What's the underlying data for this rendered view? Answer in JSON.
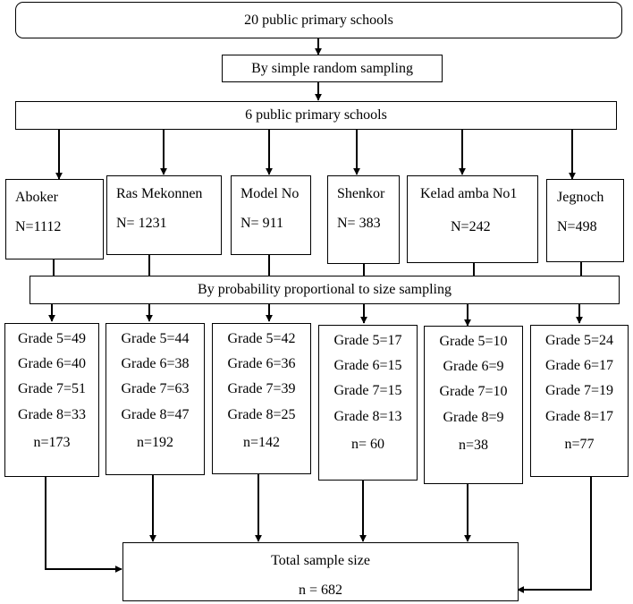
{
  "top": {
    "label": "20 public primary schools"
  },
  "method1": {
    "label": "By simple random sampling"
  },
  "selected": {
    "label": "6 public primary schools"
  },
  "schools": [
    {
      "name": "Aboker",
      "n": "N=1112"
    },
    {
      "name": "Ras Mekonnen",
      "n": "N= 1231"
    },
    {
      "name": "Model No",
      "n": "N= 911"
    },
    {
      "name": "Shenkor",
      "n": "N= 383"
    },
    {
      "name": "Kelad amba No1",
      "n": "N=242"
    },
    {
      "name": "Jegnoch",
      "n": "N=498"
    }
  ],
  "method2": {
    "label": "By probability proportional to size sampling"
  },
  "samples": [
    {
      "g5": "Grade 5=49",
      "g6": "Grade 6=40",
      "g7": "Grade 7=51",
      "g8": "Grade 8=33",
      "n": "n=173"
    },
    {
      "g5": "Grade 5=44",
      "g6": "Grade 6=38",
      "g7": "Grade 7=63",
      "g8": "Grade 8=47",
      "n": "n=192"
    },
    {
      "g5": "Grade 5=42",
      "g6": "Grade 6=36",
      "g7": "Grade 7=39",
      "g8": "Grade 8=25",
      "n": "n=142"
    },
    {
      "g5": "Grade 5=17",
      "g6": "Grade 6=15",
      "g7": "Grade 7=15",
      "g8": "Grade 8=13",
      "n": "n= 60"
    },
    {
      "g5": "Grade 5=10",
      "g6": "Grade 6=9",
      "g7": "Grade 7=10",
      "g8": "Grade 8=9",
      "n": "n=38"
    },
    {
      "g5": "Grade 5=24",
      "g6": "Grade 6=17",
      "g7": "Grade 7=19",
      "g8": "Grade 8=17",
      "n": "n=77"
    }
  ],
  "total": {
    "label": "Total sample size",
    "n": "n = 682"
  }
}
